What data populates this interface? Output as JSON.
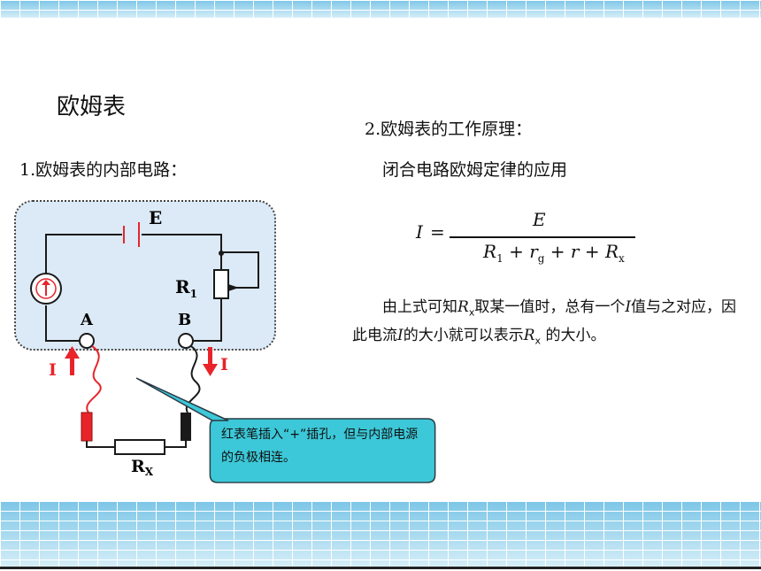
{
  "slide": {
    "title": "欧姆表",
    "section1": "1.欧姆表的内部电路：",
    "section2": "2.欧姆表的工作原理：",
    "law": "闭合电路欧姆定律的应用"
  },
  "formula": {
    "lhs": "I",
    "eq": "=",
    "numerator": "E",
    "terms": [
      {
        "sym": "R",
        "sub": "1"
      },
      {
        "sym": "r",
        "sub": "g"
      },
      {
        "sym": "r",
        "sub": ""
      },
      {
        "sym": "R",
        "sub": "x"
      }
    ],
    "plus": "+"
  },
  "explanation": {
    "p1": "由上式可知",
    "R": "R",
    "x": "x",
    "p2": "取某一值时，总有一个",
    "I": "I",
    "p3": "值与之对应，因此电流",
    "p4": "的大小就可以表示",
    "p5": " 的大小。"
  },
  "circuit": {
    "labels": {
      "E": "E",
      "R1": "R",
      "R1_sub": "1",
      "A": "A",
      "B": "B",
      "I_left": "I",
      "I_right": "I",
      "Rx": "R",
      "Rx_sub": "X"
    },
    "colors": {
      "box_fill": "#dbeaf6",
      "red": "#e8242a",
      "wire": "#1a1a1a"
    }
  },
  "callout": {
    "text": "红表笔插入“+”插孔，但与内部电源的负极相连。",
    "fill": "#3cc8d8"
  }
}
